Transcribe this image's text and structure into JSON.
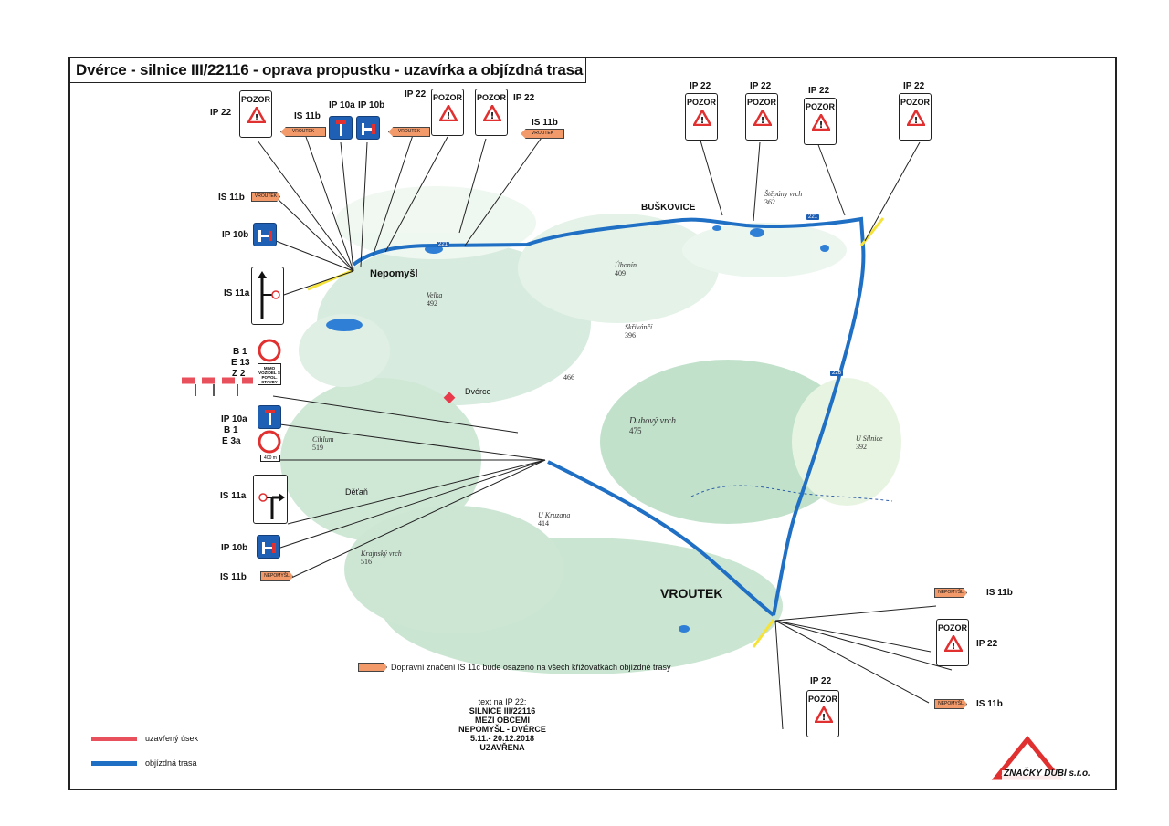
{
  "title": "Dvérce - silnice III/22116 - oprava propustku - uzavírka a objízdná trasa",
  "sign_pozor": "POZOR",
  "labels": {
    "ip22_a": "IP 22",
    "is11b_a": "IS 11b",
    "ip10a_a": "IP 10a",
    "ip10b_a": "IP 10b",
    "ip22_b": "IP 22",
    "ip22_c": "IP 22",
    "is11b_b": "IS 11b",
    "ip22_d": "IP 22",
    "ip22_e": "IP 22",
    "ip22_f": "IP 22",
    "ip22_g": "IP 22",
    "is11b_c": "IS 11b",
    "ip10b_b": "IP 10b",
    "is11a_a": "IS 11a",
    "b1_a": "B 1",
    "e13": "E 13",
    "z2": "Z 2",
    "ip10a_b": "IP 10a",
    "b1_b": "B 1",
    "e3a": "E 3a",
    "is11a_b": "IS 11a",
    "ip10b_c": "IP 10b",
    "is11b_d": "IS 11b",
    "is11b_e": "IS 11b",
    "ip22_h": "IP 22",
    "is11b_f": "IS 11b",
    "ip22_i": "IP 22"
  },
  "arrow_signs": {
    "vroutek": "VROUTEK",
    "nepomysl": "NEPOMYŠL"
  },
  "sign_texts": {
    "e13_plate": "MIMO VOZIDEL S POVOL. STAVBY",
    "e3a_plate": "400 m"
  },
  "places": {
    "nepomysl": "Nepomyšl",
    "buskovice": "BUŠKOVICE",
    "dverce": "Dvérce",
    "detan": "Děťaň",
    "vroutek": "VROUTEK"
  },
  "hills": [
    {
      "name": "Štěpány vrch",
      "elev": "362"
    },
    {
      "name": "Úhonín",
      "elev": "409"
    },
    {
      "name": "Velka",
      "elev": "492"
    },
    {
      "name": "Skřivánčí",
      "elev": "396"
    },
    {
      "name": "",
      "elev": "466"
    },
    {
      "name": "Duhový vrch",
      "elev": "475"
    },
    {
      "name": "Cihlum",
      "elev": "519"
    },
    {
      "name": "U Kruzana",
      "elev": "414"
    },
    {
      "name": "Krajnský vrch",
      "elev": "516"
    },
    {
      "name": "U Silnice",
      "elev": "392"
    }
  ],
  "road_numbers": {
    "r221_a": "221",
    "r221_b": "221",
    "r226": "226"
  },
  "notice": "Dopravní značení IS 11c bude osazeno na všech křižovatkách objízdné trasy",
  "ip22_text": {
    "line1": "text na IP 22:",
    "line2": "SILNICE III/22116",
    "line3": "MEZI OBCEMI",
    "line4": "NEPOMYŠL - DVÉRCE",
    "line5": "5.11.- 20.12.2018",
    "line6": "UZAVŘENA"
  },
  "legend": {
    "closed": "uzavřený úsek",
    "detour": "objízdná trasa",
    "closed_color": "#e8505b",
    "detour_color": "#1f6fc4"
  },
  "logo": "ZNAČKY DUBÍ s.r.o."
}
